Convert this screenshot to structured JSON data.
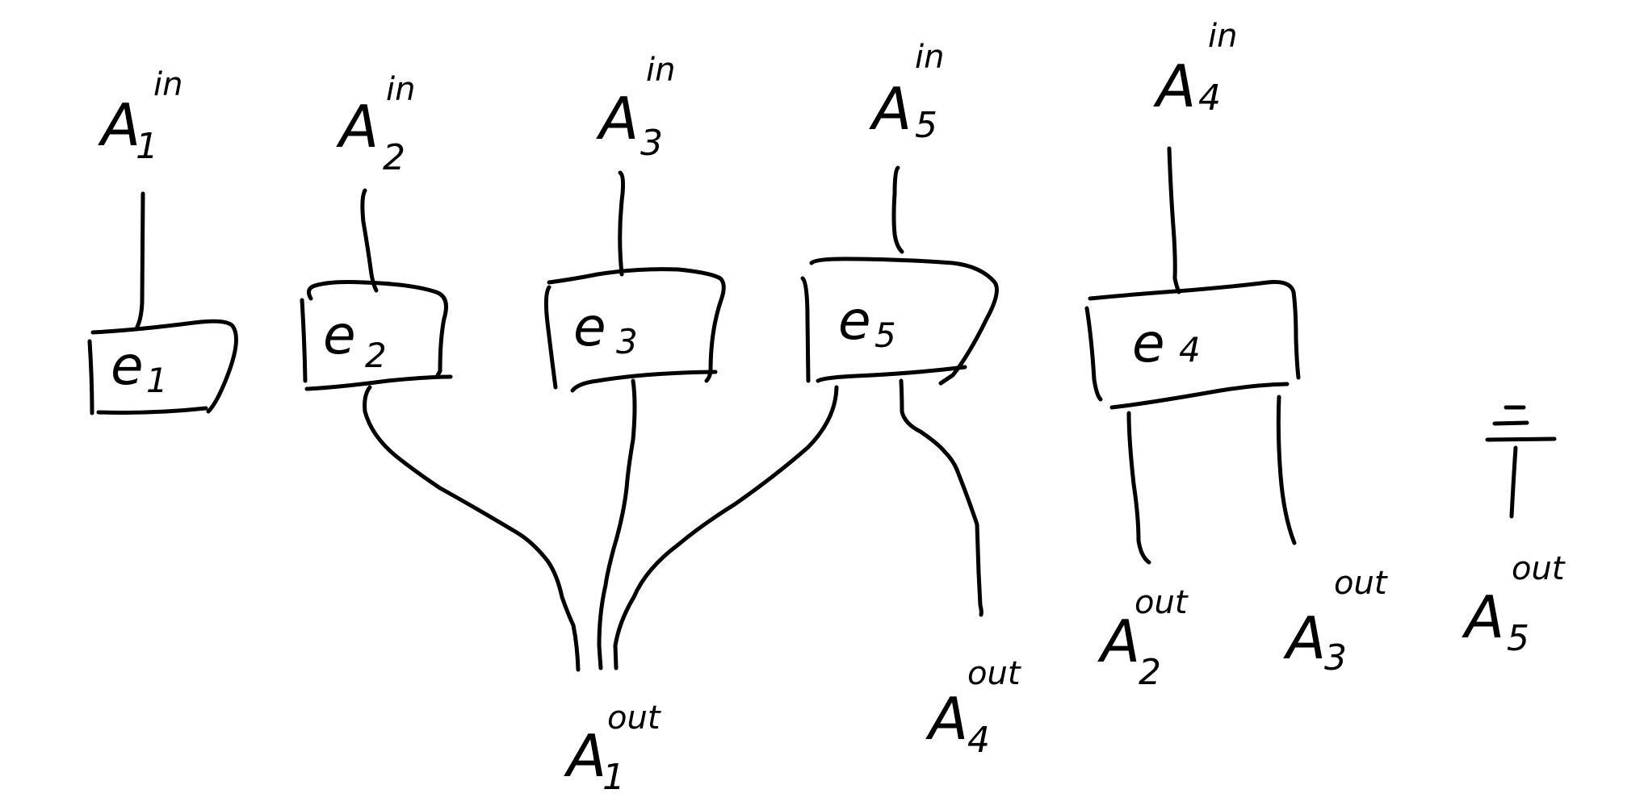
{
  "inputs": [
    {
      "base": "A",
      "sub": "1",
      "sup": "in"
    },
    {
      "base": "A",
      "sub": "2",
      "sup": "in"
    },
    {
      "base": "A",
      "sub": "3",
      "sup": "in"
    },
    {
      "base": "A",
      "sub": "5",
      "sup": "in"
    },
    {
      "base": "A",
      "sub": "4",
      "sup": "in"
    }
  ],
  "boxes": [
    {
      "base": "e",
      "sub": "1"
    },
    {
      "base": "e",
      "sub": "2"
    },
    {
      "base": "e",
      "sub": "3"
    },
    {
      "base": "e",
      "sub": "5"
    },
    {
      "base": "e",
      "sub": "4"
    }
  ],
  "outputs": [
    {
      "base": "A",
      "sub": "1",
      "sup": "out"
    },
    {
      "base": "A",
      "sub": "4",
      "sup": "out"
    },
    {
      "base": "A",
      "sub": "2",
      "sup": "out"
    },
    {
      "base": "A",
      "sub": "3",
      "sup": "out"
    },
    {
      "base": "A",
      "sub": "5",
      "sup": "out"
    }
  ]
}
